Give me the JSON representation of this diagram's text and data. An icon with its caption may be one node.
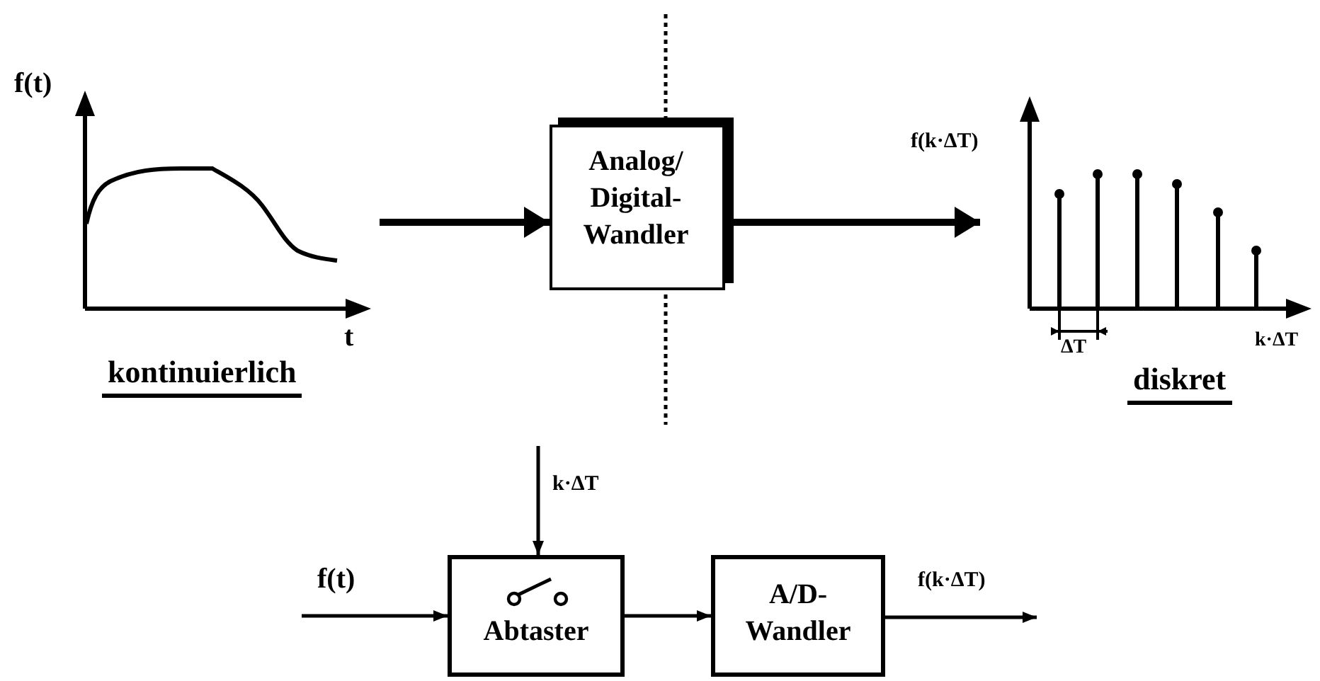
{
  "diagram": {
    "nodes": [
      {
        "text": [
          "f(t)",
          "t",
          "kontinuierlich"
        ]
      },
      {
        "text": [
          "Analog/ Digital- Wandler"
        ]
      },
      {
        "text": [
          "f(k·ΔT)",
          "ΔT",
          "k·ΔT",
          "diskret"
        ]
      },
      {
        "text": [
          "Abtaster"
        ]
      },
      {
        "text": [
          "A/D- Wandler"
        ]
      }
    ],
    "edges": [
      {
        "from": 0,
        "to": 1,
        "arrow": "to",
        "style": "thick"
      },
      {
        "from": 1,
        "to": 2,
        "arrow": "to",
        "style": "thick"
      },
      {
        "from": null,
        "to": 3,
        "arrow": "to",
        "label": "f(t)"
      },
      {
        "from": null,
        "to": 3,
        "arrow": "to",
        "label": "k·ΔT"
      },
      {
        "from": 3,
        "to": 4,
        "arrow": "to"
      },
      {
        "from": 4,
        "to": null,
        "arrow": "to",
        "label": "f(k·ΔT)"
      }
    ]
  }
}
